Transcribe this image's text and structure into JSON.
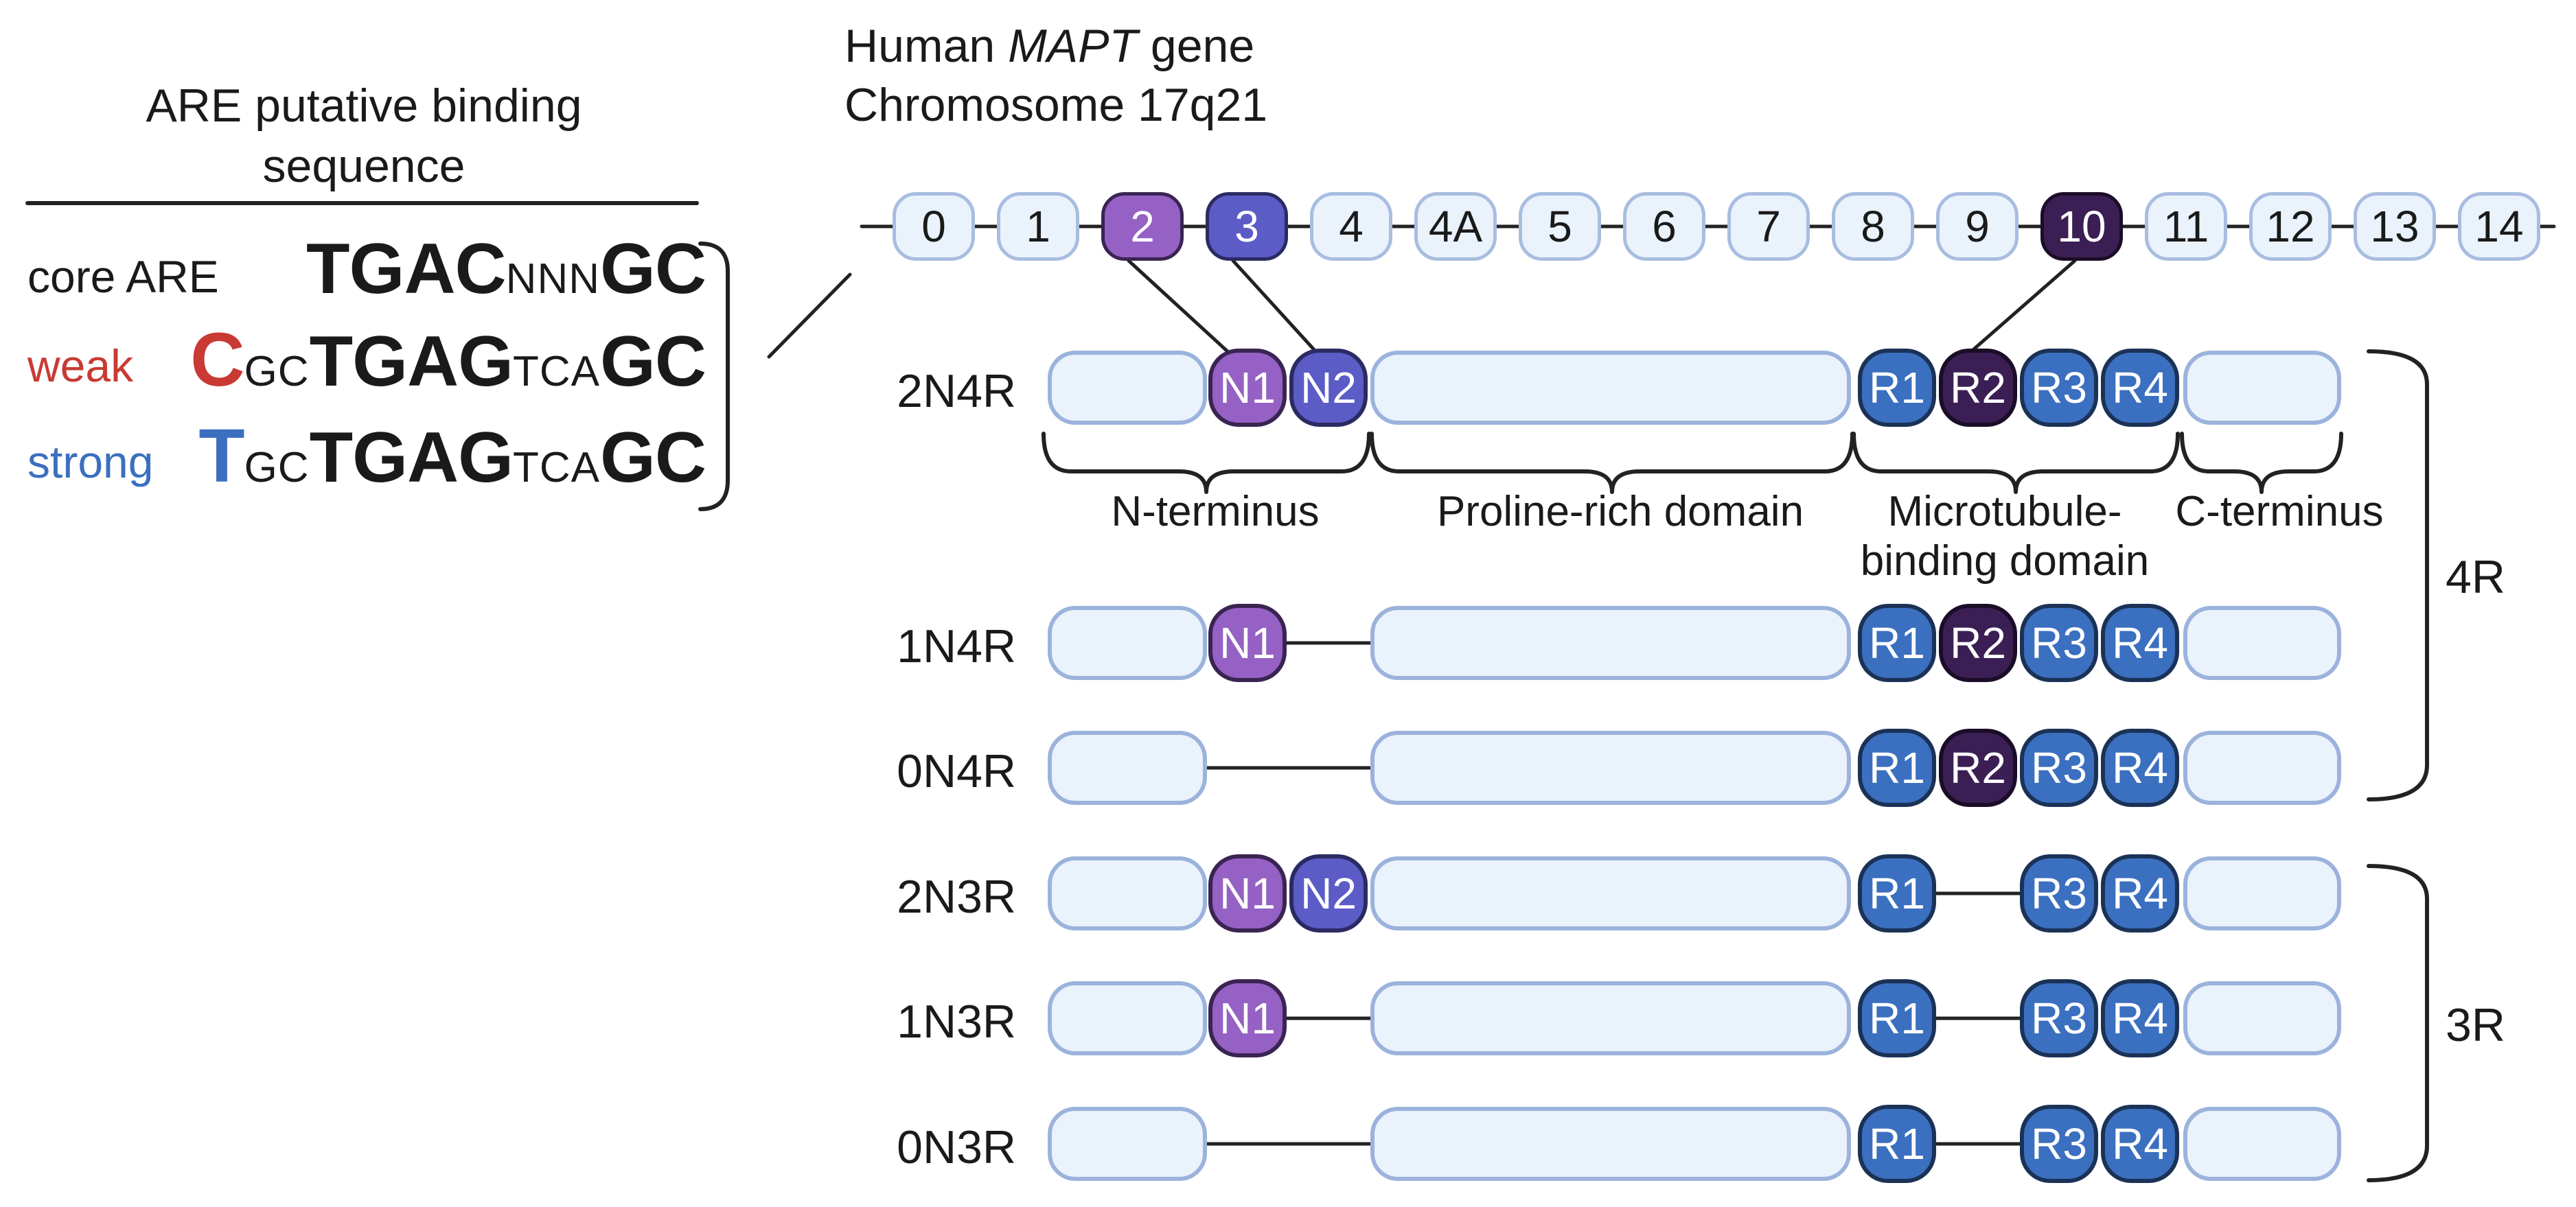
{
  "are_panel": {
    "heading_line1": "ARE putative binding",
    "heading_line2": "sequence",
    "rows": [
      {
        "label": "core ARE",
        "label_color": "#1a1a1a",
        "start_letter": "",
        "start_color": "#1a1a1a",
        "parts": [
          {
            "text": "TGAC",
            "small": false
          },
          {
            "text": "NNN",
            "small": true
          },
          {
            "text": "GC",
            "small": false
          }
        ]
      },
      {
        "label": "weak",
        "label_color": "#c83a33",
        "start_letter": "C",
        "start_color": "#c83a33",
        "parts": [
          {
            "text": "GC",
            "small": true
          },
          {
            "text": "TGAG",
            "small": false
          },
          {
            "text": "TCA",
            "small": true
          },
          {
            "text": "GC",
            "small": false
          }
        ]
      },
      {
        "label": "strong",
        "label_color": "#3b6fbf",
        "start_letter": "T",
        "start_color": "#3b6fbf",
        "parts": [
          {
            "text": "GC",
            "small": true
          },
          {
            "text": "TGAG",
            "small": false
          },
          {
            "text": "TCA",
            "small": true
          },
          {
            "text": "GC",
            "small": false
          }
        ]
      }
    ]
  },
  "gene": {
    "title_line1_prefix": "Human ",
    "title_line1_italic": "MAPT",
    "title_line1_suffix": " gene",
    "title_line2": "Chromosome 17q21",
    "exons": [
      "0",
      "1",
      "2",
      "3",
      "4",
      "4A",
      "5",
      "6",
      "7",
      "8",
      "9",
      "10",
      "11",
      "12",
      "13",
      "14"
    ]
  },
  "domains": {
    "n_terminus": "N-terminus",
    "proline_rich": "Proline-rich domain",
    "microtubule_line1": "Microtubule-",
    "microtubule_line2": "binding domain",
    "c_terminus": "C-terminus"
  },
  "isoforms": [
    {
      "name": "2N4R",
      "n": [
        "N1",
        "N2"
      ],
      "r": [
        "R1",
        "R2",
        "R3",
        "R4"
      ]
    },
    {
      "name": "1N4R",
      "n": [
        "N1"
      ],
      "r": [
        "R1",
        "R2",
        "R3",
        "R4"
      ]
    },
    {
      "name": "0N4R",
      "n": [],
      "r": [
        "R1",
        "R2",
        "R3",
        "R4"
      ]
    },
    {
      "name": "2N3R",
      "n": [
        "N1",
        "N2"
      ],
      "r": [
        "R1",
        "R3",
        "R4"
      ]
    },
    {
      "name": "1N3R",
      "n": [
        "N1"
      ],
      "r": [
        "R1",
        "R3",
        "R4"
      ]
    },
    {
      "name": "0N3R",
      "n": [],
      "r": [
        "R1",
        "R3",
        "R4"
      ]
    }
  ],
  "groups": {
    "group_4r": "4R",
    "group_3r": "3R"
  },
  "colors": {
    "n1": "#9561c4",
    "n2": "#5b5cc6",
    "r_repeat": "#3b6fbf",
    "r2": "#3b1f54",
    "exon_fill": "#eaf2fc",
    "exon_border": "#a8bde0"
  }
}
